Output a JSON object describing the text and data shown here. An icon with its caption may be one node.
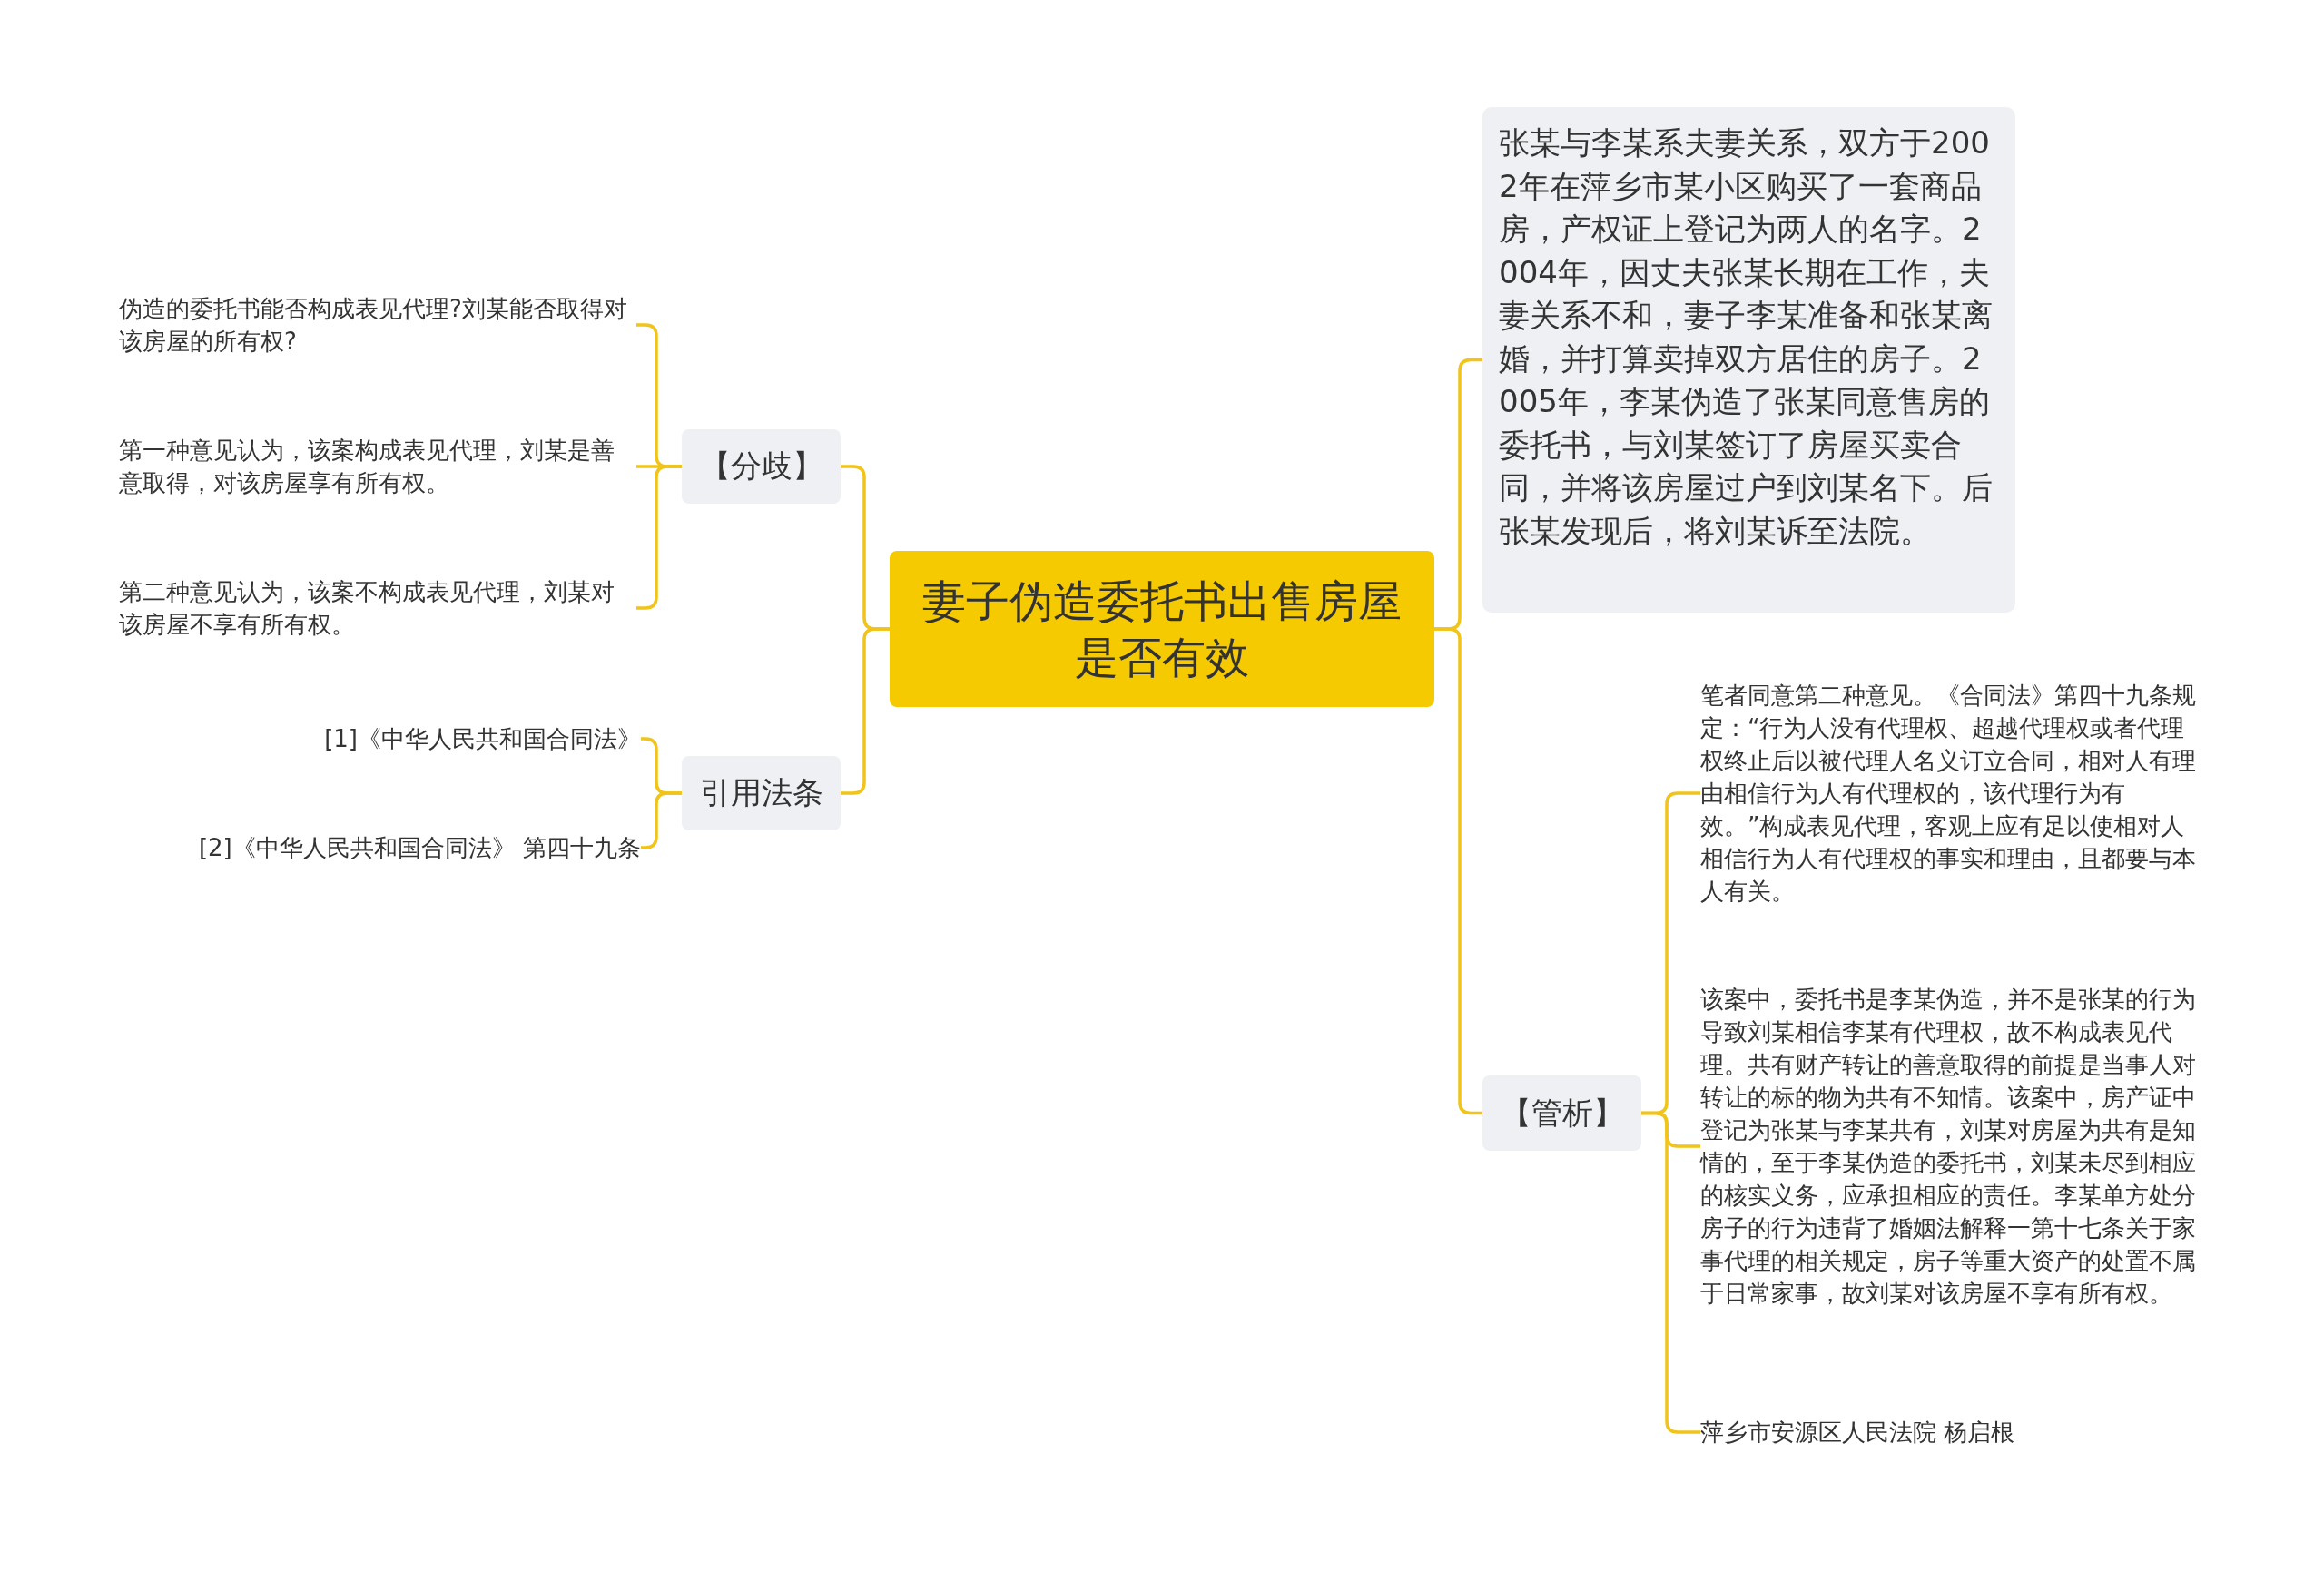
{
  "diagram": {
    "nodes": [
      {
        "text": [
          "妻子伪造委托书出售房屋是否有效"
        ]
      },
      {
        "text": [
          "【分歧】"
        ]
      },
      {
        "text": [
          "伪造的委托书能否构成表见代理?刘某能否取得对该房屋的所有权?"
        ]
      },
      {
        "text": [
          "第一种意见认为，该案构成表见代理，刘某是善意取得，对该房屋享有所有权。"
        ]
      },
      {
        "text": [
          "第二种意见认为，该案不构成表见代理，刘某对该房屋不享有所有权。"
        ]
      },
      {
        "text": [
          "引用法条"
        ]
      },
      {
        "text": [
          "[1]《中华人民共和国合同法》"
        ]
      },
      {
        "text": [
          "[2]《中华人民共和国合同法》 第四十九条"
        ]
      },
      {
        "text": [
          "张某与李某系夫妻关系，双方于2002年在萍乡市某小区购买了一套商品房，产权证上登记为两人的名字。2004年，因丈夫张某长期在工作，夫妻关系不和，妻子李某准备和张某离婚，并打算卖掉双方居住的房子。2005年，李某伪造了张某同意售房的委托书，与刘某签订了房屋买卖合同，并将该房屋过户到刘某名下。后张某发现后，将刘某诉至法院。"
        ]
      },
      {
        "text": [
          "【管析】"
        ]
      },
      {
        "text": [
          "笔者同意第二种意见。《合同法》第四十九条规定：“行为人没有代理权、超越代理权或者代理权终止后以被代理人名义订立合同，相对人有理由相信行为人有代理权的，该代理行为有效。”构成表见代理，客观上应有足以使相对人相信行为人有代理权的事实和理由，且都要与本人有关。"
        ]
      },
      {
        "text": [
          "该案中，委托书是李某伪造，并不是张某的行为导致刘某相信李某有代理权，故不构成表见代理。共有财产转让的善意取得的前提是当事人对转让的标的物为共有不知情。该案中，房产证中登记为张某与李某共有，刘某对房屋为共有是知情的，至于李某伪造的委托书，刘某未尽到相应的核实义务，应承担相应的责任。李某单方处分房子的行为违背了婚姻法解释一第十七条关于家事代理的相关规定，房子等重大资产的处置不属于日常家事，故刘某对该房屋不享有所有权。"
        ]
      },
      {
        "text": [
          "萍乡市安源区人民法院 杨启根"
        ]
      }
    ],
    "edges": [
      {
        "from": 0,
        "to": 1,
        "arrow": "none"
      },
      {
        "from": 1,
        "to": 2,
        "arrow": "none"
      },
      {
        "from": 1,
        "to": 3,
        "arrow": "none"
      },
      {
        "from": 1,
        "to": 4,
        "arrow": "none"
      },
      {
        "from": 0,
        "to": 5,
        "arrow": "none"
      },
      {
        "from": 5,
        "to": 6,
        "arrow": "none"
      },
      {
        "from": 5,
        "to": 7,
        "arrow": "none"
      },
      {
        "from": 0,
        "to": 8,
        "arrow": "none"
      },
      {
        "from": 0,
        "to": 9,
        "arrow": "none"
      },
      {
        "from": 9,
        "to": 10,
        "arrow": "none"
      },
      {
        "from": 9,
        "to": 11,
        "arrow": "none"
      },
      {
        "from": 9,
        "to": 12,
        "arrow": "none"
      }
    ]
  }
}
